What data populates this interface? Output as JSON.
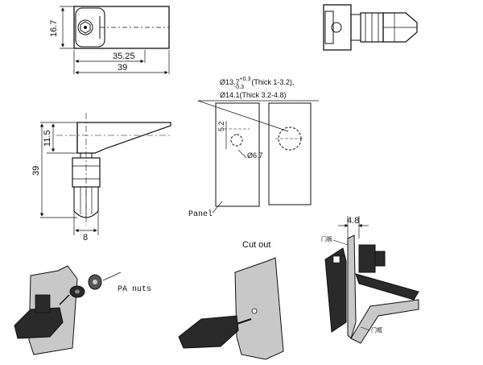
{
  "top_view": {
    "height_dim": "16.7",
    "width_dim_inner": "35.25",
    "width_dim_outer": "39"
  },
  "side_view": {
    "top_dim": "11.5",
    "total_dim": "39",
    "bottom_dim": "8"
  },
  "cutout_spec": {
    "line1_prefix": "Ø13.7",
    "line1_tol_upper": "+0.3",
    "line1_tol_lower": "-0.3",
    "line1_suffix": "(Thick 1-3.2),",
    "line2": "Ø14.1(Thick 3.2-4.8)",
    "slot_dim": "5.2",
    "hole_dim": "Ø6.7",
    "panel_label": "Panel"
  },
  "iso_views": {
    "pa_nuts_label": "PA nuts",
    "cutout_title": "Cut out",
    "gap_dim": "4.8",
    "door_panel_label": "门板",
    "door_frame_label": "门框"
  },
  "colors": {
    "line": "#111111",
    "panel_fill": "#c8c8c8",
    "dark_part": "#2a2a2a"
  }
}
